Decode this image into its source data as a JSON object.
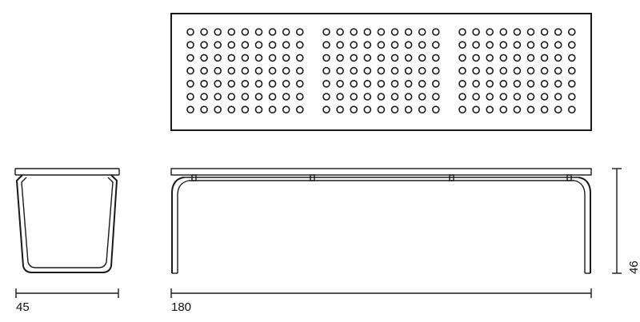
{
  "dimensions": {
    "depth": "45",
    "length": "180",
    "height": "46"
  },
  "top_view": {
    "hole_groups": 3,
    "hole_rows": 7,
    "hole_cols_per_group": 9
  }
}
